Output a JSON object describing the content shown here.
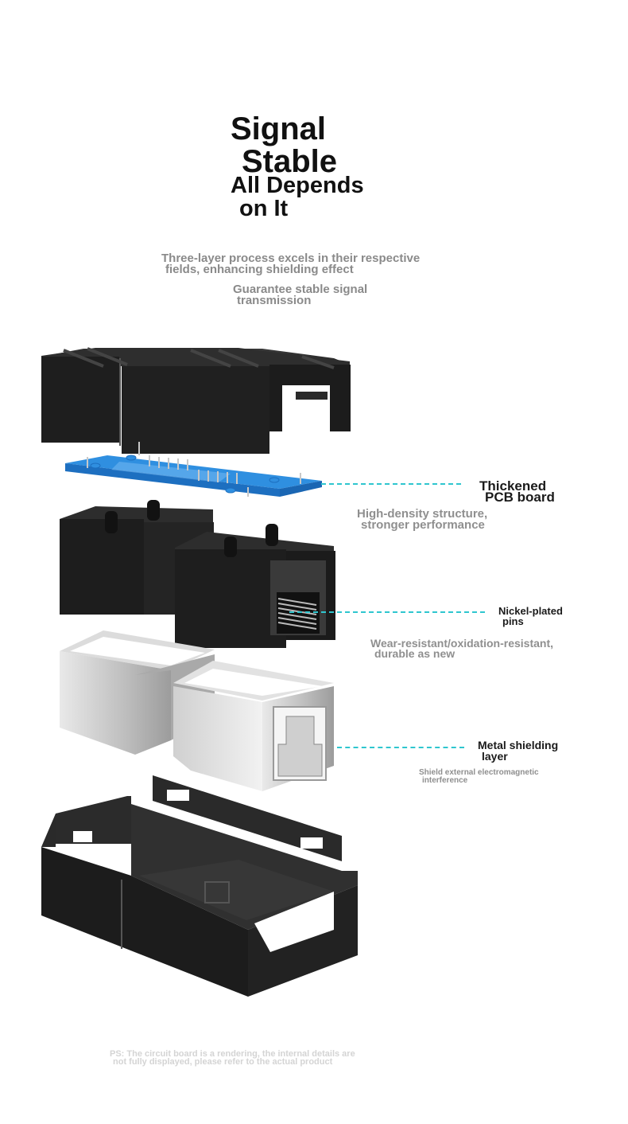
{
  "title": {
    "line1": "Signal",
    "line2": "Stable",
    "line3": "All Depends",
    "line4": "on It"
  },
  "subtitle": {
    "line1": "Three-layer process excels in their respective",
    "line2": "fields, enhancing shielding effect",
    "line3": "Guarantee stable signal",
    "line4": "transmission"
  },
  "callouts": [
    {
      "title1": "Thickened",
      "title2": "PCB board",
      "desc1": "High-density structure,",
      "desc2": "stronger performance"
    },
    {
      "title1": "Nickel-plated",
      "title2": "pins",
      "desc1": "Wear-resistant/oxidation-resistant,",
      "desc2": "durable as new"
    },
    {
      "title1": "Metal shielding",
      "title2": "layer",
      "desc1": "Shield external electromagnetic",
      "desc2": "interference"
    }
  ],
  "footnote": {
    "line1": "PS: The circuit board is a rendering, the internal details are",
    "line2": "not fully displayed, please refer to the actual product"
  },
  "colors": {
    "accent_leader": "#2fc6cf",
    "pcb_blue": "#2f8fe0",
    "housing_black": "#1c1c1c",
    "shield_silver": "#c9c9c9"
  },
  "icons": [
    "exploded-rj45-coupler-illustration"
  ]
}
